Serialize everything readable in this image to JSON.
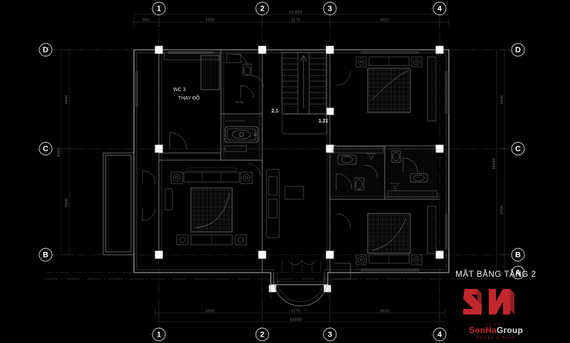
{
  "drawing": {
    "title": "MẶT BẰNG TẦNG 2",
    "background_color": "#000000",
    "line_color": "#9a9a9a",
    "accent_color": "#c1272d"
  },
  "logo": {
    "mark": "2N",
    "years_label": "YEARS",
    "brand_first": "SonHa",
    "brand_second": "Group",
    "tagline": "Design & Build"
  },
  "grid": {
    "columns_top": [
      "1",
      "2",
      "3",
      "4"
    ],
    "columns_bottom": [
      "1",
      "2",
      "3",
      "4"
    ],
    "rows_left": [
      "D",
      "C",
      "B"
    ],
    "rows_right": [
      "D",
      "C",
      "B",
      "A"
    ]
  },
  "dimensions": {
    "top_chain": [
      "860",
      "5000",
      "3170",
      "4910"
    ],
    "top_total": "14.050",
    "bottom_chain": [
      "5000",
      "3170",
      "4910"
    ],
    "bottom_total": "13300",
    "left_chain": [
      "4440",
      "5000"
    ],
    "left_total": "9460",
    "right_chain": [
      "4440",
      "5900"
    ],
    "right_total": "10560"
  },
  "labels": {
    "wc3": "WC 3",
    "thay_do": "THAY ĐỒ",
    "stair_upper": "2.1",
    "stair_lower": "1.21",
    "level_note": "+1.75"
  }
}
